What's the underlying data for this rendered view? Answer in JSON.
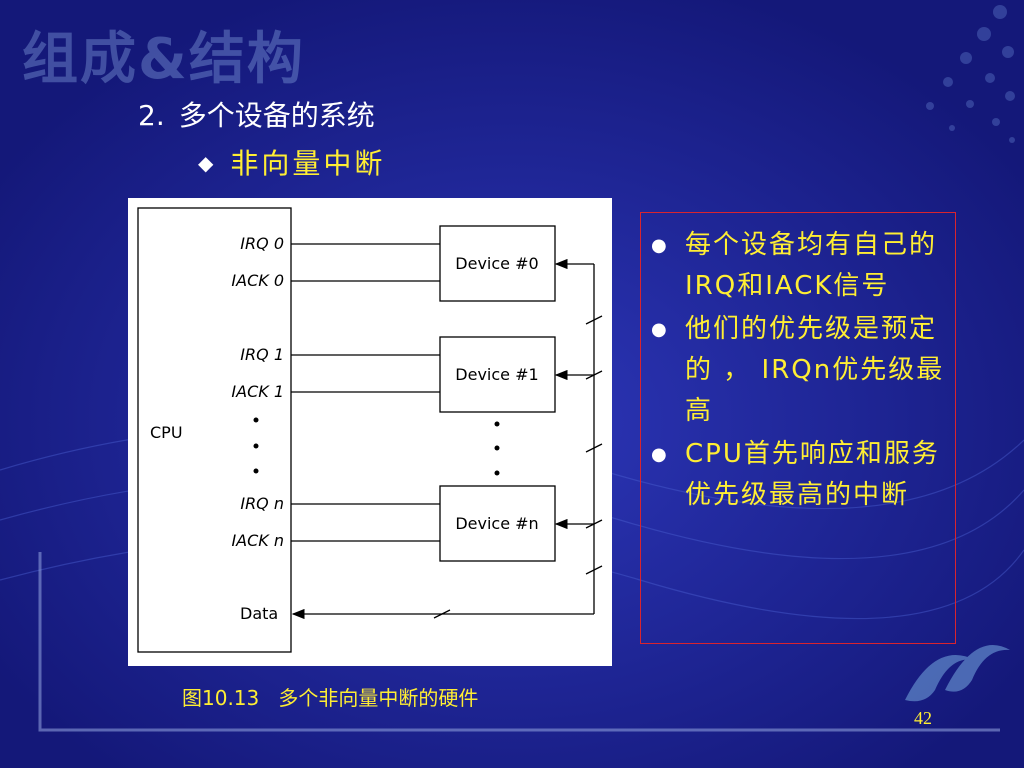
{
  "slide": {
    "watermark_title": "组成&结构",
    "section_number": "2.",
    "section_title": "多个设备的系统",
    "subsection": "非向量中断",
    "caption": "图10.13   多个非向量中断的硬件",
    "page_number": "42"
  },
  "figure": {
    "cpu_label": "CPU",
    "data_label": "Data",
    "signals": [
      {
        "irq": "IRQ 0",
        "iack": "IACK 0",
        "device": "Device #0"
      },
      {
        "irq": "IRQ 1",
        "iack": "IACK 1",
        "device": "Device #1"
      },
      {
        "irq": "IRQ n",
        "iack": "IACK n",
        "device": "Device #n"
      }
    ]
  },
  "notes": [
    "每个设备均有自己的IRQ和IACK信号",
    "他们的优先级是预定的 ， IRQn优先级最高",
    "CPU首先响应和服务优先级最高的中断"
  ],
  "colors": {
    "background": "#1a1f8c",
    "highlight_text": "#ffee33",
    "notes_border": "#d9242e"
  }
}
